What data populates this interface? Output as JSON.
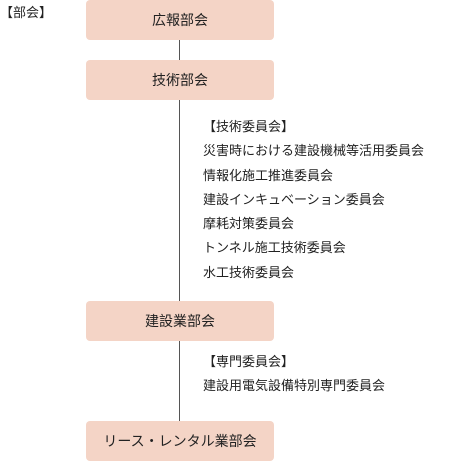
{
  "heading": "【部会】",
  "colors": {
    "box_fill": "#f4d4c6",
    "line": "#555555",
    "text": "#222222"
  },
  "departments": [
    {
      "label": "広報部会"
    },
    {
      "label": "技術部会"
    },
    {
      "label": "建設業部会"
    },
    {
      "label": "リース・レンタル業部会"
    }
  ],
  "technical_committees": {
    "group_label": "【技術委員会】",
    "items": [
      "災害時における建設機械等活用委員会",
      "情報化施工推進委員会",
      "建設インキュベーション委員会",
      "摩耗対策委員会",
      "トンネル施工技術委員会",
      "水工技術委員会"
    ]
  },
  "construction_committees": {
    "group_label": "【専門委員会】",
    "items": [
      "建設用電気設備特別専門委員会"
    ]
  }
}
